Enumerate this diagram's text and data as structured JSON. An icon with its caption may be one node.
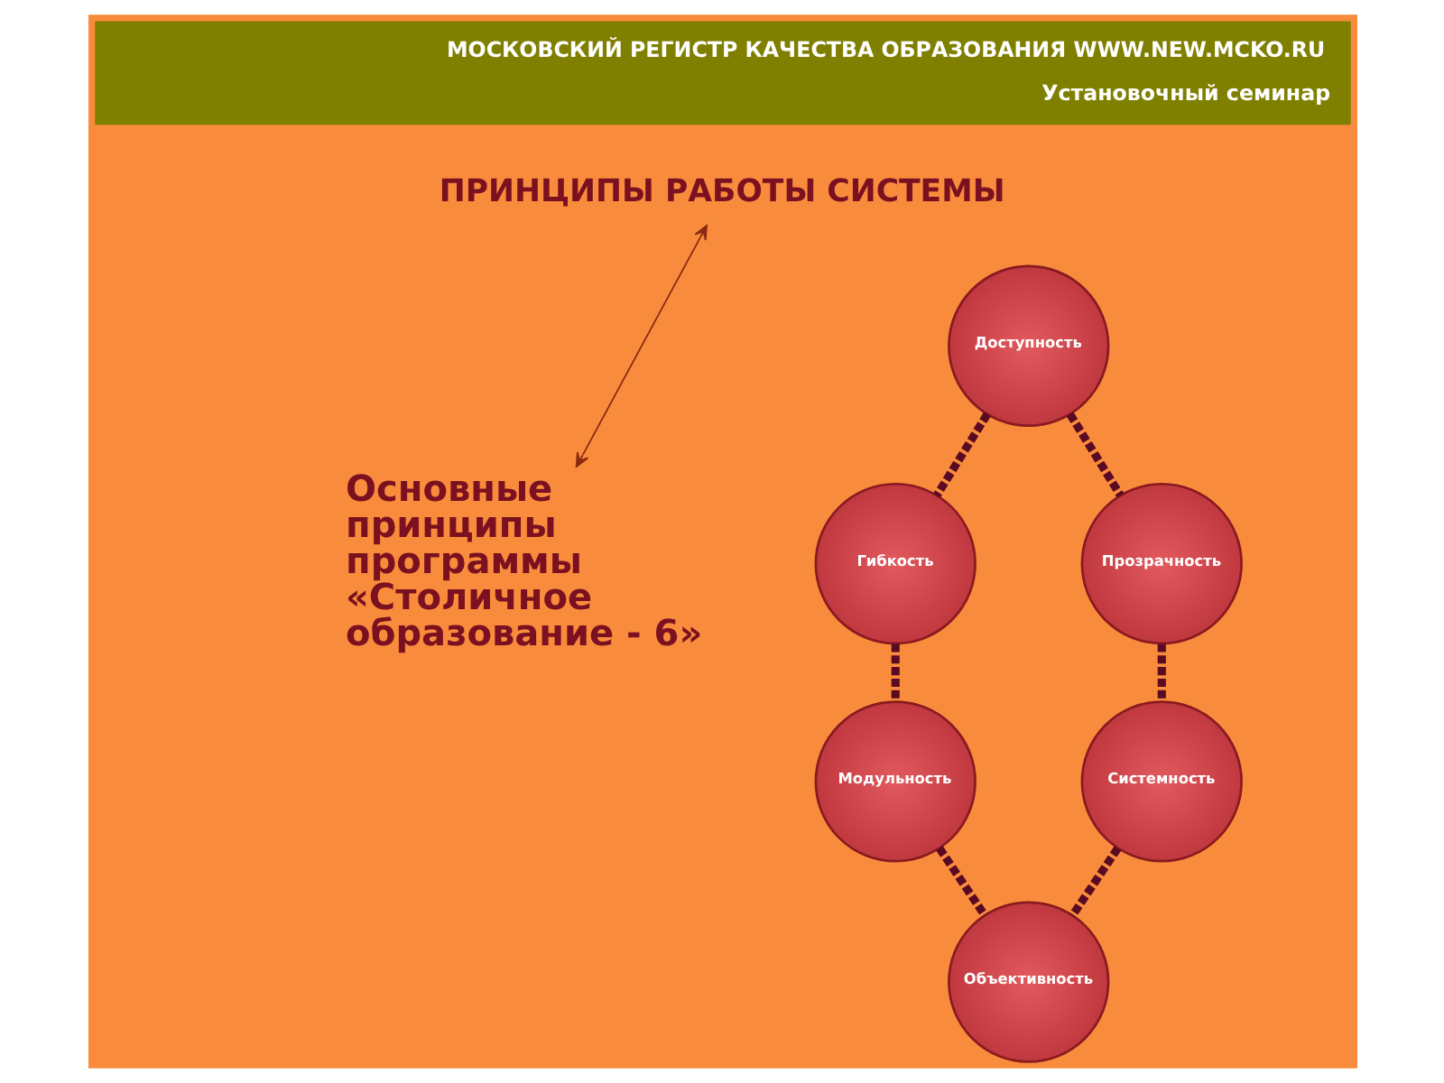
{
  "diagram": {
    "nodes": [
      {
        "text": [
          "МОСКОВСКИЙ РЕГИСТР КАЧЕСТВА ОБРАЗОВАНИЯ WWW.NEW.MCKO.RU",
          "Установочный семинар"
        ]
      },
      {
        "text": [
          "ПРИНЦИПЫ РАБОТЫ СИСТЕМЫ"
        ]
      },
      {
        "text": [
          "Доступность"
        ]
      },
      {
        "text": [
          "Гибкость"
        ]
      },
      {
        "text": [
          "Прозрачность"
        ]
      },
      {
        "text": [
          "Основные принципы программы «Столичное образование - 6»"
        ]
      },
      {
        "text": [
          "Модульность"
        ]
      },
      {
        "text": [
          "Системность"
        ]
      },
      {
        "text": [
          "Объективность"
        ]
      }
    ],
    "edges": [
      {
        "from": 2,
        "to": 4,
        "arrow": "none",
        "style": "dashed"
      },
      {
        "from": 4,
        "to": 7,
        "arrow": "none",
        "style": "dashed"
      },
      {
        "from": 7,
        "to": 8,
        "arrow": "none",
        "style": "dashed"
      },
      {
        "from": 6,
        "to": 8,
        "arrow": "none",
        "style": "dashed"
      },
      {
        "from": 3,
        "to": 6,
        "arrow": "none",
        "style": "dashed"
      },
      {
        "from": 2,
        "to": 3,
        "arrow": "none",
        "style": "dashed"
      },
      {
        "from": 1,
        "to": 5,
        "arrow": "both",
        "color": "#8b2a10"
      }
    ]
  }
}
